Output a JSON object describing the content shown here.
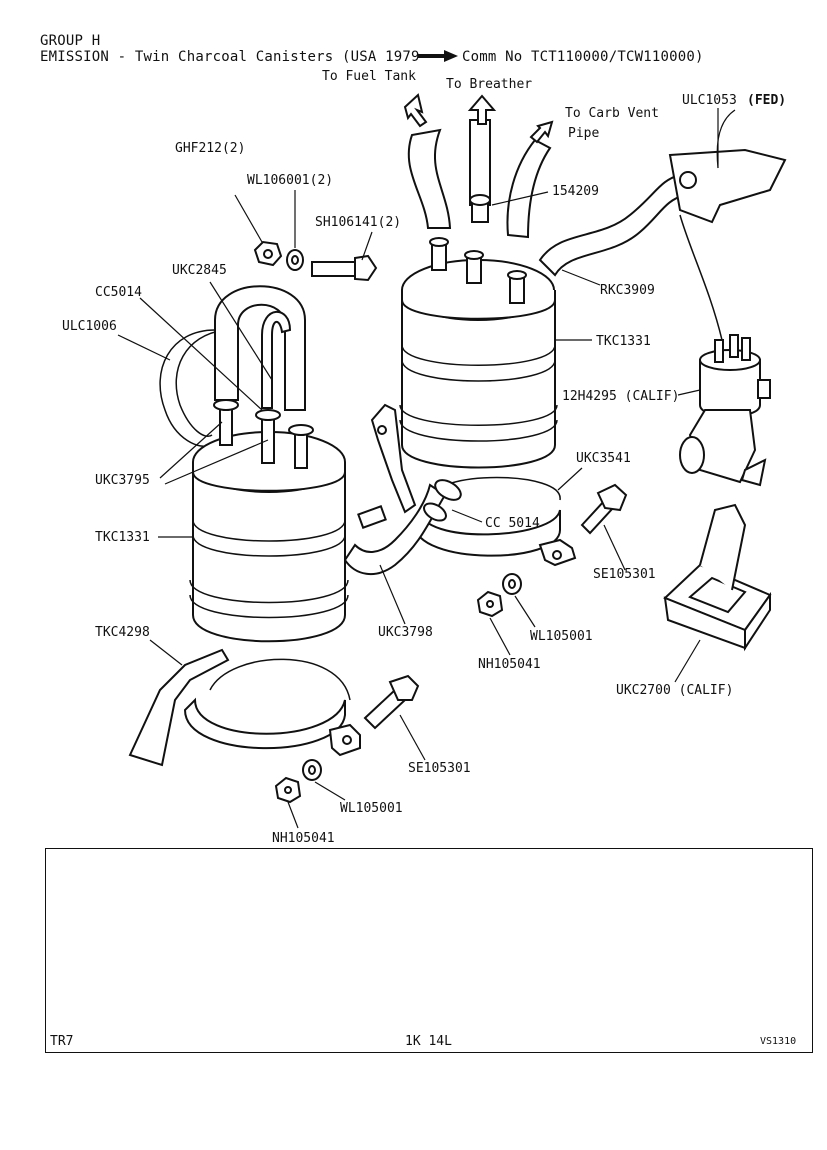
{
  "header": {
    "group": "GROUP H",
    "title": "EMISSION - Twin Charcoal Canisters (USA 1979",
    "comm": "Comm No TCT110000/TCW110000)"
  },
  "callouts": {
    "to_fuel_tank": "To Fuel Tank",
    "to_breather": "To Breather",
    "to_carb_vent": "To Carb Vent",
    "pipe": "Pipe",
    "ulc1053": "ULC1053",
    "fed": "(FED)",
    "ghf212": "GHF212(2)",
    "wl106001": "WL106001(2)",
    "sh106141": "SH106141(2)",
    "p154209": "154209",
    "ukc2845": "UKC2845",
    "cc5014_a": "CC5014",
    "ulc1006": "ULC1006",
    "rkc3909": "RKC3909",
    "tkc1331_a": "TKC1331",
    "p12h4295": "12H4295 (CALIF)",
    "ukc3795": "UKC3795",
    "ukc3541": "UKC3541",
    "cc5014_b": "CC 5014",
    "tkc1331_b": "TKC1331",
    "se105301_a": "SE105301",
    "ukc3798": "UKC3798",
    "wl105001_a": "WL105001",
    "nh105041_a": "NH105041",
    "tkc4298": "TKC4298",
    "ukc2700": "UKC2700 (CALIF)",
    "se105301_b": "SE105301",
    "wl105001_b": "WL105001",
    "nh105041_b": "NH105041"
  },
  "footer": {
    "model": "TR7",
    "page_code": "1K 14L",
    "ref": "VS1310"
  }
}
